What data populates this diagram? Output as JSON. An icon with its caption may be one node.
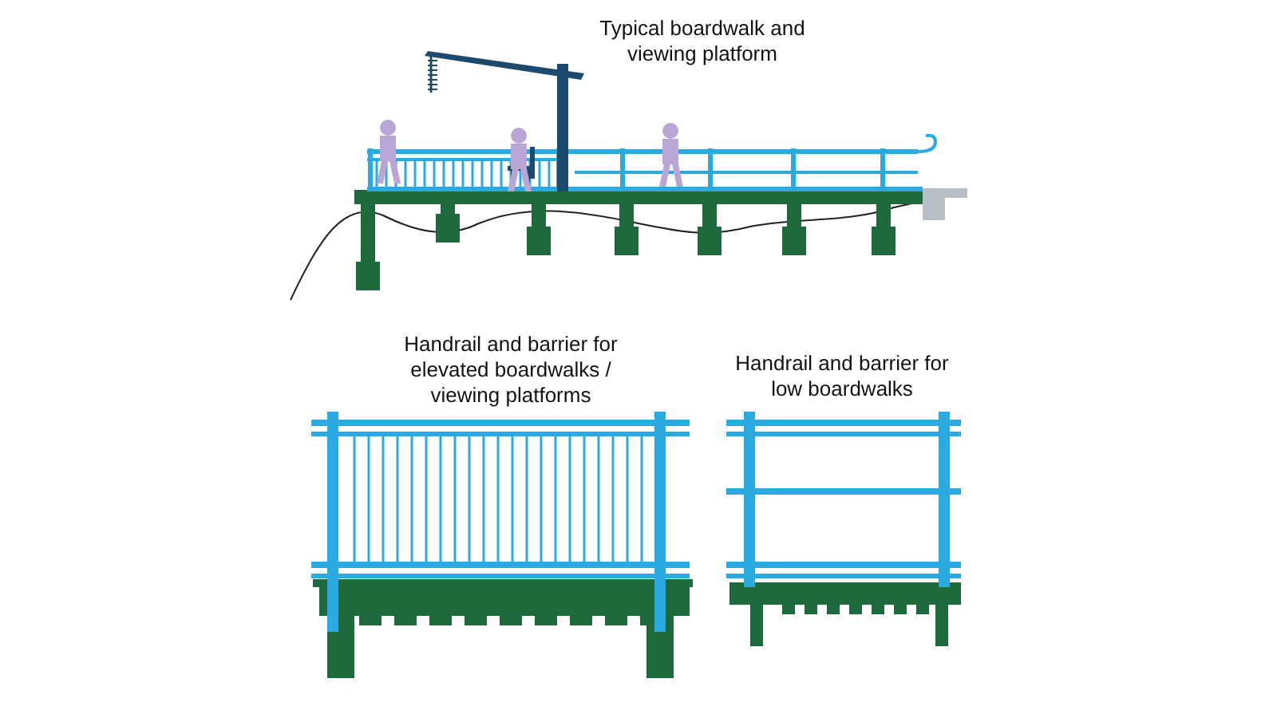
{
  "diagram": {
    "labels": [
      "Typical boardwalk and viewing platform",
      "Handrail and barrier for elevated boardwalks / viewing platforms",
      "Handrail and barrier for low boardwalks"
    ]
  }
}
